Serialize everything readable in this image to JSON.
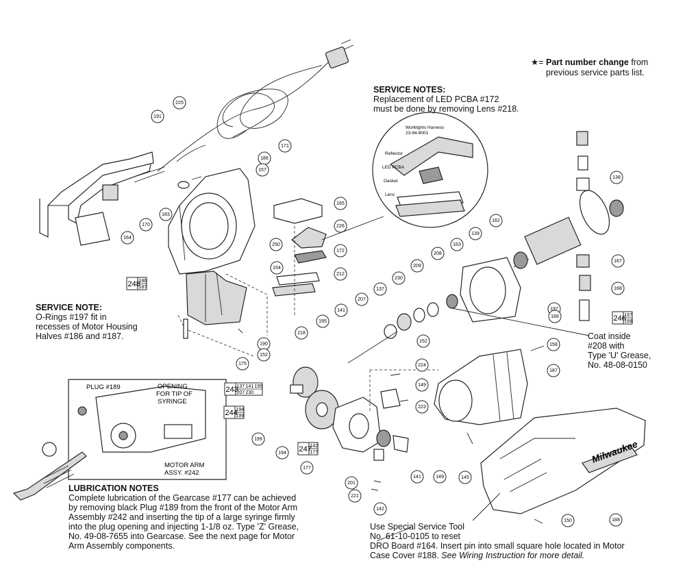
{
  "legend": {
    "star": "★",
    "eq": "= ",
    "bold": "Part number change",
    "rest_1": " from",
    "rest_2": "previous service parts list."
  },
  "service_notes_top": {
    "heading": "SERVICE NOTES:",
    "line1": "Replacement of LED PCBA #172",
    "line2": "must be done by removing Lens #218."
  },
  "service_note_left": {
    "heading": "SERVICE NOTE:",
    "line1": "O-Rings #197 fit in",
    "line2": "recesses of Motor Housing",
    "line3": "Halves #186 and #187."
  },
  "coat_note": {
    "line1": "Coat inside",
    "line2": "#208 with",
    "line3": "Type 'U' Grease,",
    "line4": "No. 48-08-0150"
  },
  "lubrication": {
    "heading": "LUBRICATION NOTES",
    "line1": "Complete lubrication of the Gearcase #177 can be achieved",
    "line2": "by removing black Plug #189 from the front of the Motor Arm",
    "line3": "Assembly #242 and inserting the tip of a large syringe firmly",
    "line4": "into the plug opening and injecting 1-1/8 oz. Type 'Z' Grease,",
    "line5": "No. 49-08-7655 into Gearcase. See the next page for Motor",
    "line6": "Arm Assembly components."
  },
  "tool_note": {
    "line1": "Use Special Service Tool",
    "line2": "No. 61-10-0105 to reset",
    "line3": "DRO Board #164. Insert pin into small square hole located in Motor",
    "line4_normal": "Case Cover #188. ",
    "line4_italic": "See Wiring Instruction for more detail."
  },
  "inset_labels": {
    "plug": "PLUG #189",
    "opening_1": "OPENING",
    "opening_2": "FOR TIP OF",
    "opening_3": "SYRINGE",
    "motor_arm_1": "MOTOR ARM",
    "motor_arm_2": "ASSY. #242"
  },
  "detail_labels": {
    "harness_1": "Worklights Harness",
    "harness_2": "23-94-8001",
    "reflector": "Reflector",
    "led_pcba": "LED PCBA",
    "gasket": "Gasket",
    "lens": "Lens"
  },
  "brand": "Milwaukee",
  "callouts": [
    {
      "id": "c191",
      "n": "191"
    },
    {
      "id": "c225",
      "n": "225"
    },
    {
      "id": "c171",
      "n": "171"
    },
    {
      "id": "c186",
      "n": "186"
    },
    {
      "id": "c157",
      "n": "157"
    },
    {
      "id": "c183",
      "n": "183"
    },
    {
      "id": "c170",
      "n": "170"
    },
    {
      "id": "c164",
      "n": "164"
    },
    {
      "id": "c165",
      "n": "165"
    },
    {
      "id": "c226",
      "n": "226"
    },
    {
      "id": "c250",
      "n": "250"
    },
    {
      "id": "c172",
      "n": "172"
    },
    {
      "id": "c154",
      "n": "154"
    },
    {
      "id": "c212",
      "n": "212"
    },
    {
      "id": "c218",
      "n": "218"
    },
    {
      "id": "c190",
      "n": "190"
    },
    {
      "id": "c152a",
      "n": "152"
    },
    {
      "id": "c175",
      "n": "175"
    },
    {
      "id": "c138",
      "n": "138"
    },
    {
      "id": "c162",
      "n": "162"
    },
    {
      "id": "c163",
      "n": "163"
    },
    {
      "id": "c139",
      "n": "139"
    },
    {
      "id": "c208",
      "n": "208"
    },
    {
      "id": "c209",
      "n": "209"
    },
    {
      "id": "c230",
      "n": "230"
    },
    {
      "id": "c137",
      "n": "137"
    },
    {
      "id": "c207",
      "n": "207"
    },
    {
      "id": "c141a",
      "n": "141"
    },
    {
      "id": "c195",
      "n": "195"
    },
    {
      "id": "c167",
      "n": "167"
    },
    {
      "id": "c168",
      "n": "168"
    },
    {
      "id": "c197",
      "n": "197"
    },
    {
      "id": "c166",
      "n": "166"
    },
    {
      "id": "c158",
      "n": "158"
    },
    {
      "id": "c187",
      "n": "187"
    },
    {
      "id": "c152b",
      "n": "152"
    },
    {
      "id": "c224",
      "n": "224"
    },
    {
      "id": "c149a",
      "n": "149"
    },
    {
      "id": "c223",
      "n": "223"
    },
    {
      "id": "c199",
      "n": "199"
    },
    {
      "id": "c194",
      "n": "194"
    },
    {
      "id": "c177",
      "n": "177"
    },
    {
      "id": "c141b",
      "n": "141"
    },
    {
      "id": "c149b",
      "n": "149"
    },
    {
      "id": "c145",
      "n": "145"
    },
    {
      "id": "c201",
      "n": "201"
    },
    {
      "id": "c221",
      "n": "221"
    },
    {
      "id": "c142",
      "n": "142"
    },
    {
      "id": "c150",
      "n": "150"
    },
    {
      "id": "c188",
      "n": "188"
    }
  ],
  "boxes": [
    {
      "id": "b248",
      "main": "248",
      "subs": [
        "186",
        "187"
      ]
    },
    {
      "id": "b246",
      "main": "246",
      "subs": [
        "167",
        "168"
      ]
    },
    {
      "id": "b243",
      "main": "243",
      "subs": [
        "137",
        "141",
        "195",
        "207",
        "230"
      ]
    },
    {
      "id": "b244",
      "main": "244",
      "subs": [
        "194",
        "199"
      ]
    },
    {
      "id": "b247",
      "main": "247",
      "subs": [
        "142",
        "177"
      ]
    }
  ]
}
